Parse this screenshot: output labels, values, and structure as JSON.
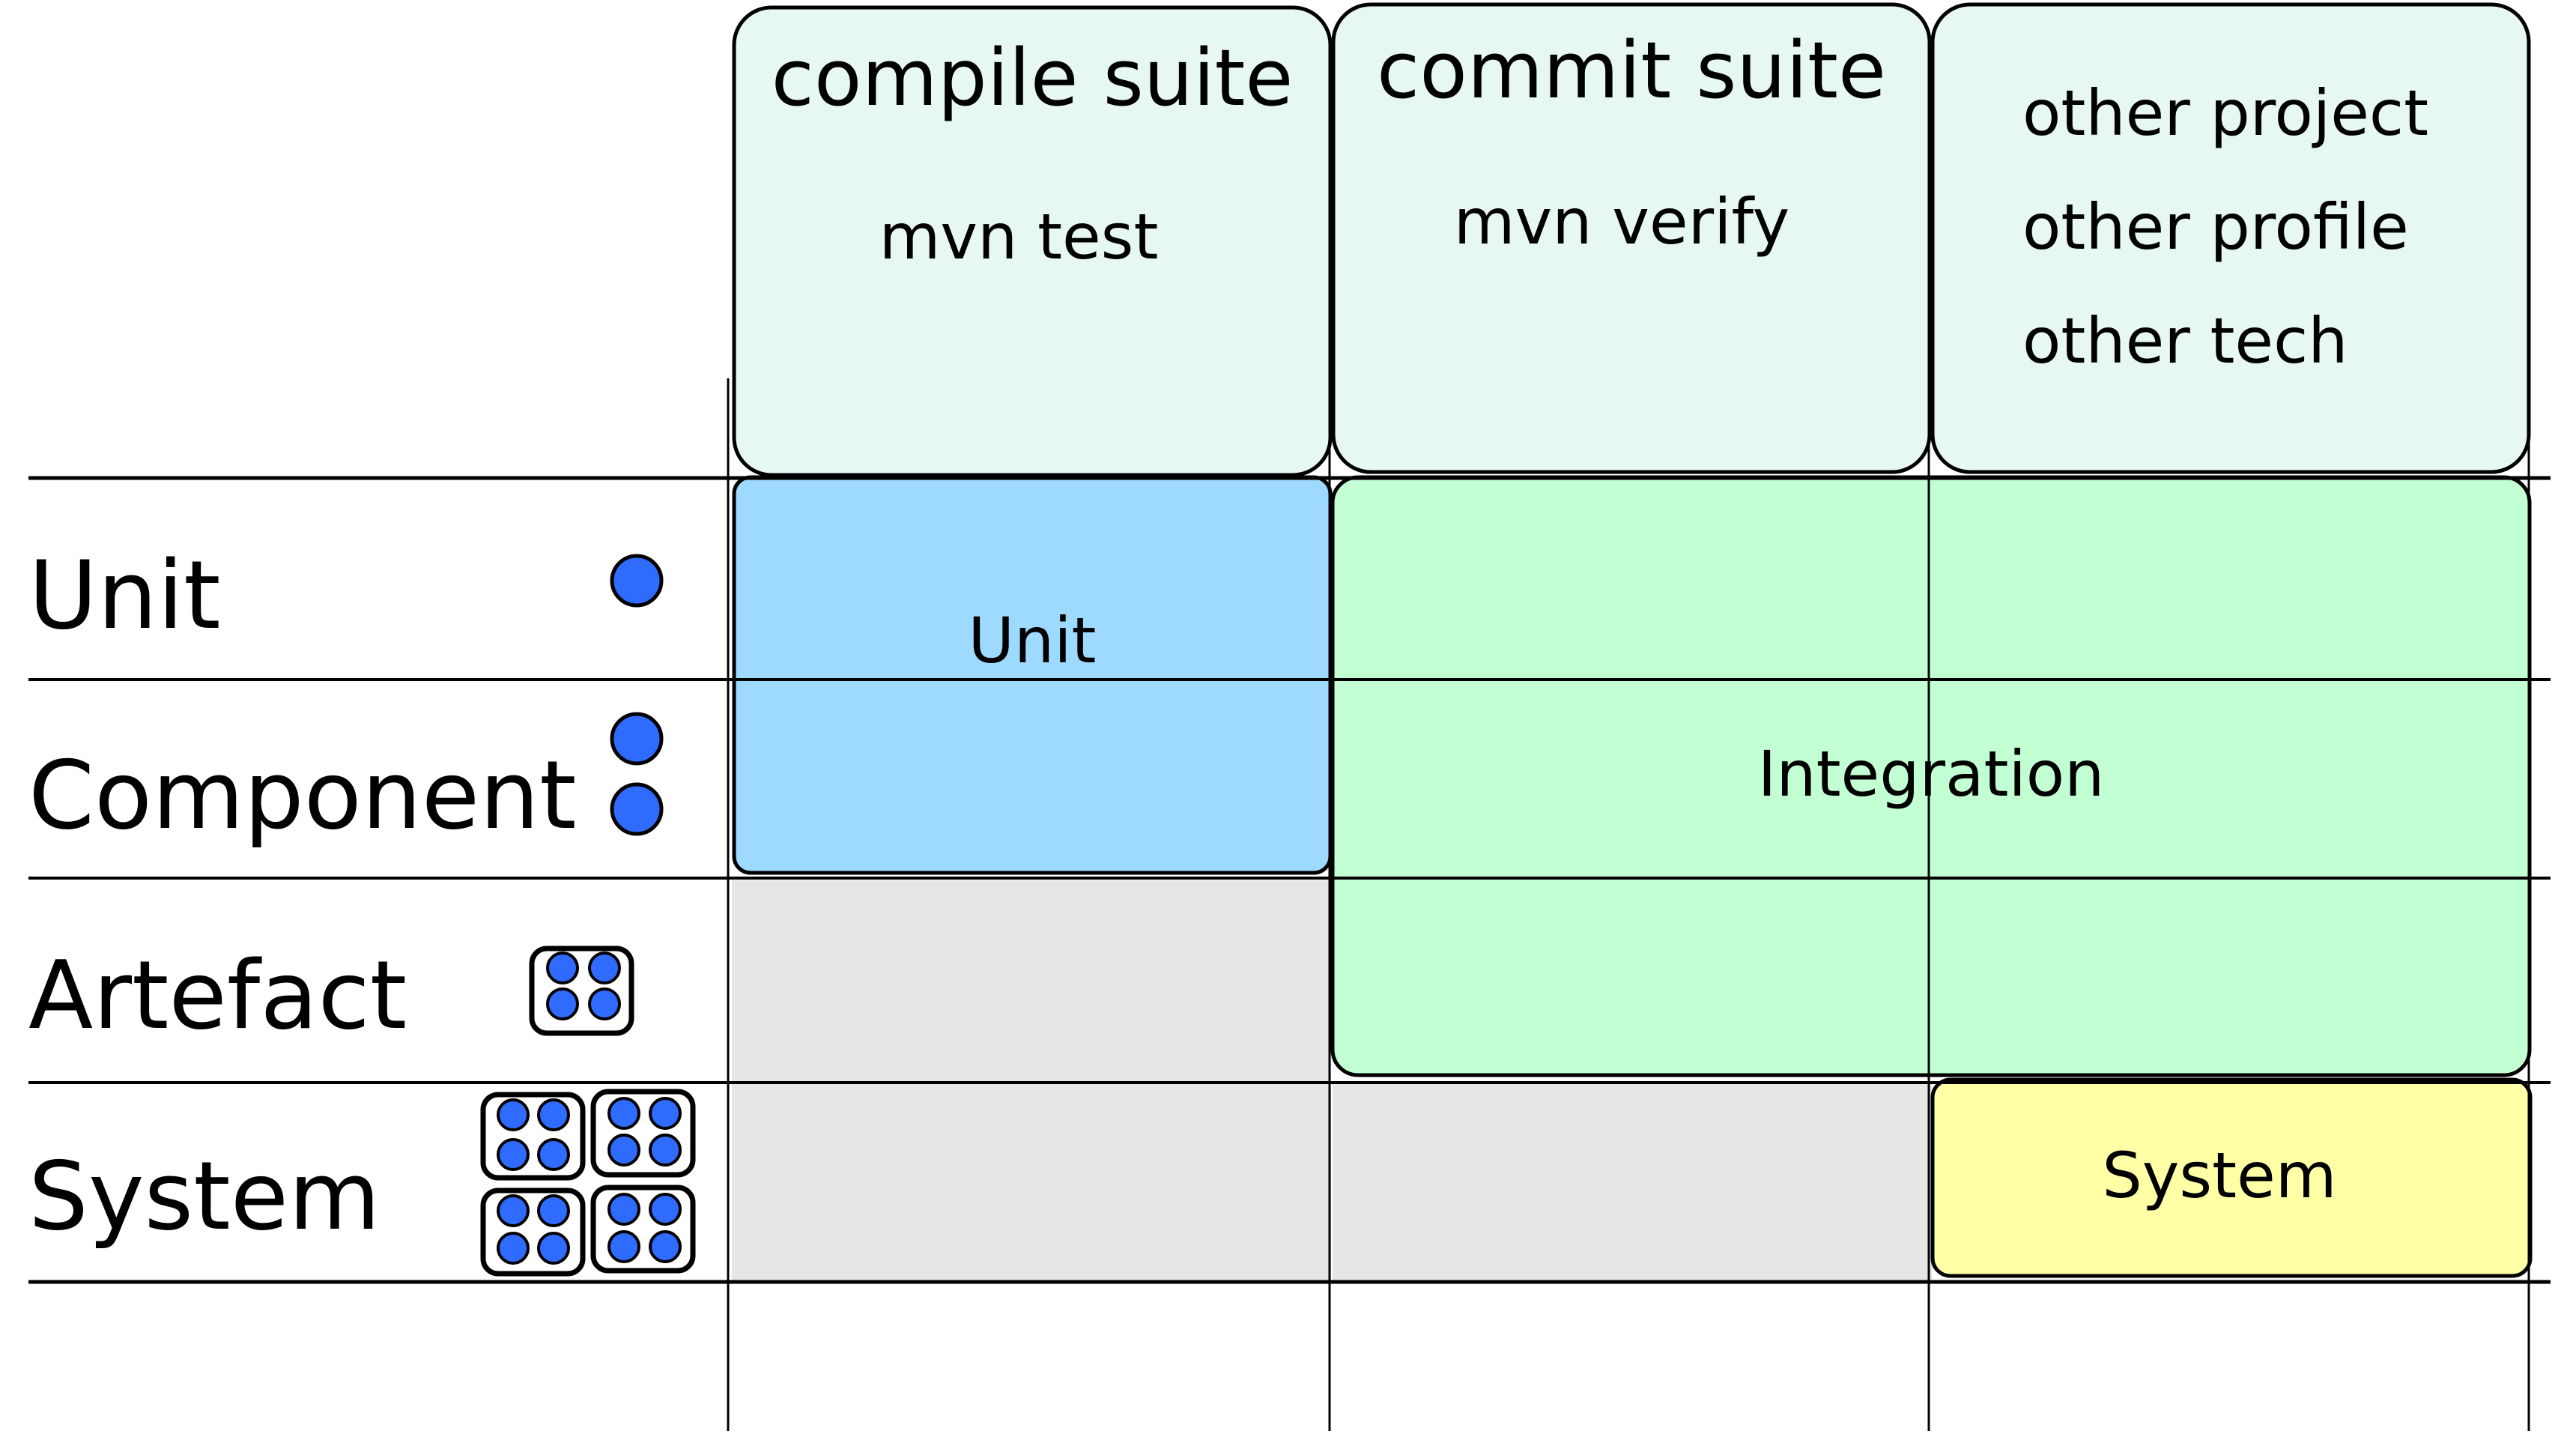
{
  "columns": [
    {
      "title": "compile suite",
      "lines": [
        "mvn test"
      ]
    },
    {
      "title": "commit suite",
      "lines": [
        "mvn verify"
      ]
    },
    {
      "title": "",
      "lines": [
        "other project",
        "other profile",
        "other tech"
      ]
    }
  ],
  "rows": [
    {
      "label": "Unit",
      "icon": "single-dot-icon"
    },
    {
      "label": "Component",
      "icon": "two-dots-icon"
    },
    {
      "label": "Artefact",
      "icon": "four-dot-box-icon"
    },
    {
      "label": "System",
      "icon": "four-boxes-icon"
    }
  ],
  "cells": {
    "unit": "Unit",
    "integration": "Integration",
    "system": "System"
  },
  "colors": {
    "header_fill": "#e6f7f4",
    "unit_fill": "#9ed9ff",
    "integration_fill": "#c2ffd2",
    "system_fill": "#ffffa6",
    "empty_fill": "#e6e6e6",
    "dot_fill": "#2f6bff",
    "line": "#000000"
  }
}
